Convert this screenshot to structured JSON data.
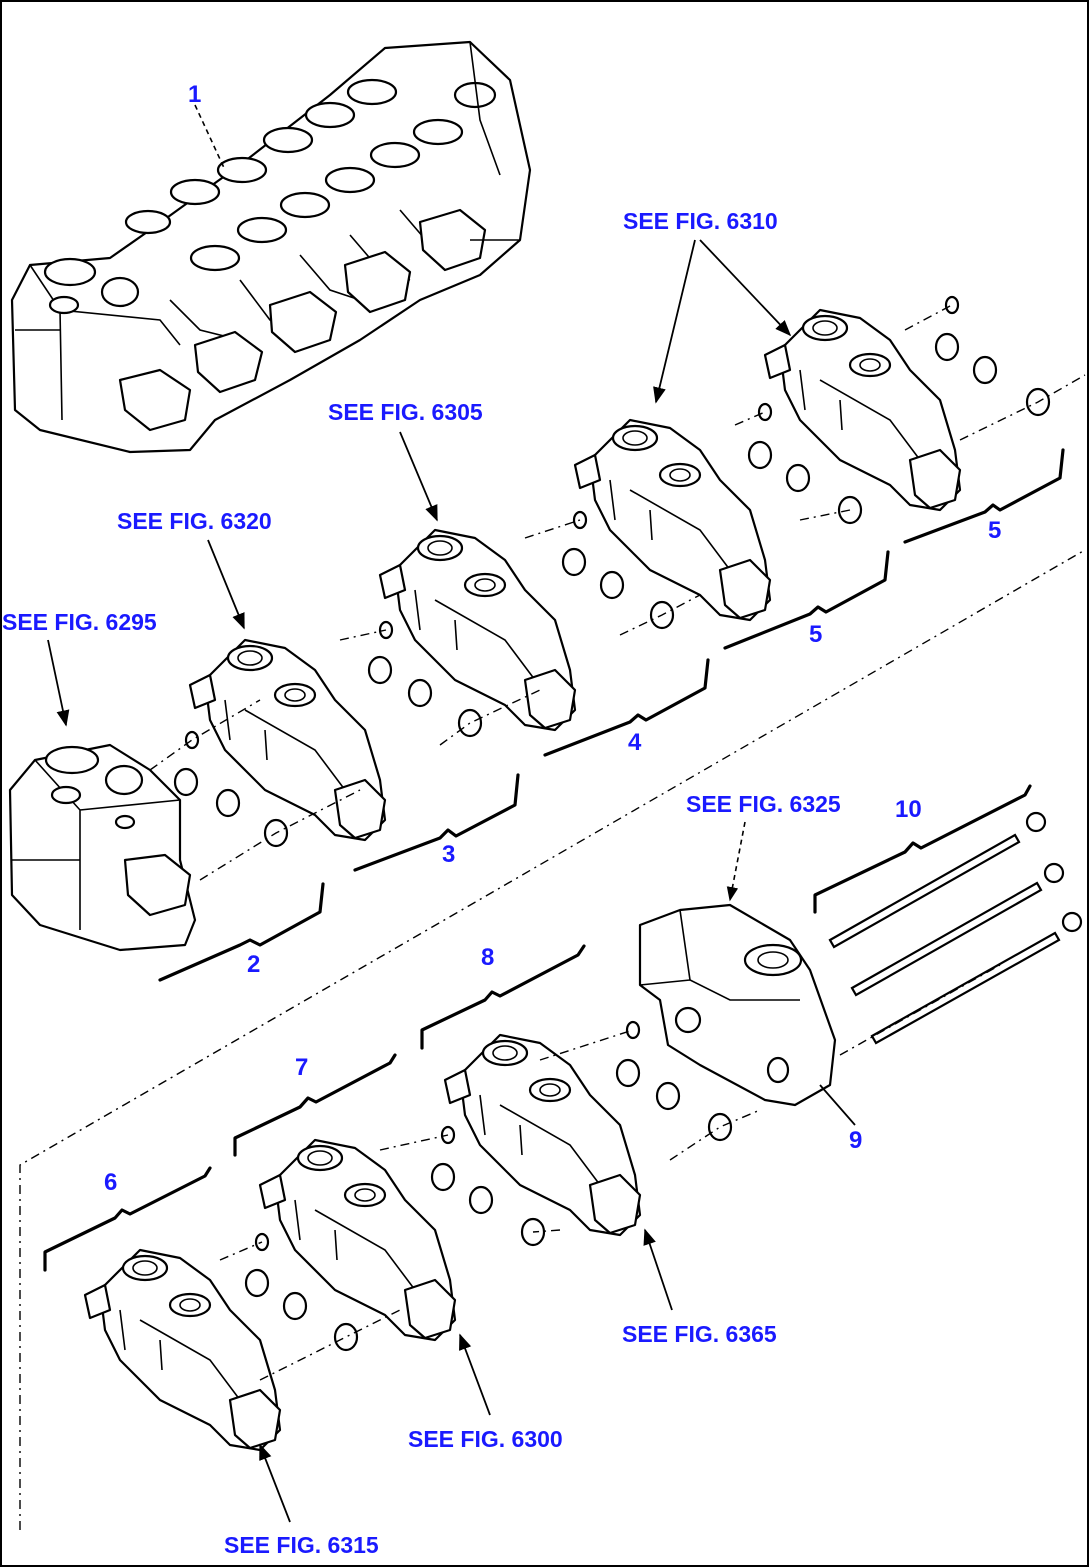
{
  "item_numbers": {
    "n1": "1",
    "n2": "2",
    "n3": "3",
    "n4": "4",
    "n5a": "5",
    "n5b": "5",
    "n6": "6",
    "n7": "7",
    "n8": "8",
    "n9": "9",
    "n10": "10"
  },
  "references": {
    "fig6295": "SEE FIG. 6295",
    "fig6300": "SEE FIG. 6300",
    "fig6305": "SEE FIG. 6305",
    "fig6310": "SEE FIG. 6310",
    "fig6315": "SEE FIG. 6315",
    "fig6320": "SEE FIG. 6320",
    "fig6325": "SEE FIG. 6325",
    "fig6365": "SEE FIG. 6365"
  },
  "colors": {
    "label": "#1a1aff",
    "line": "#000000",
    "background": "#ffffff"
  }
}
